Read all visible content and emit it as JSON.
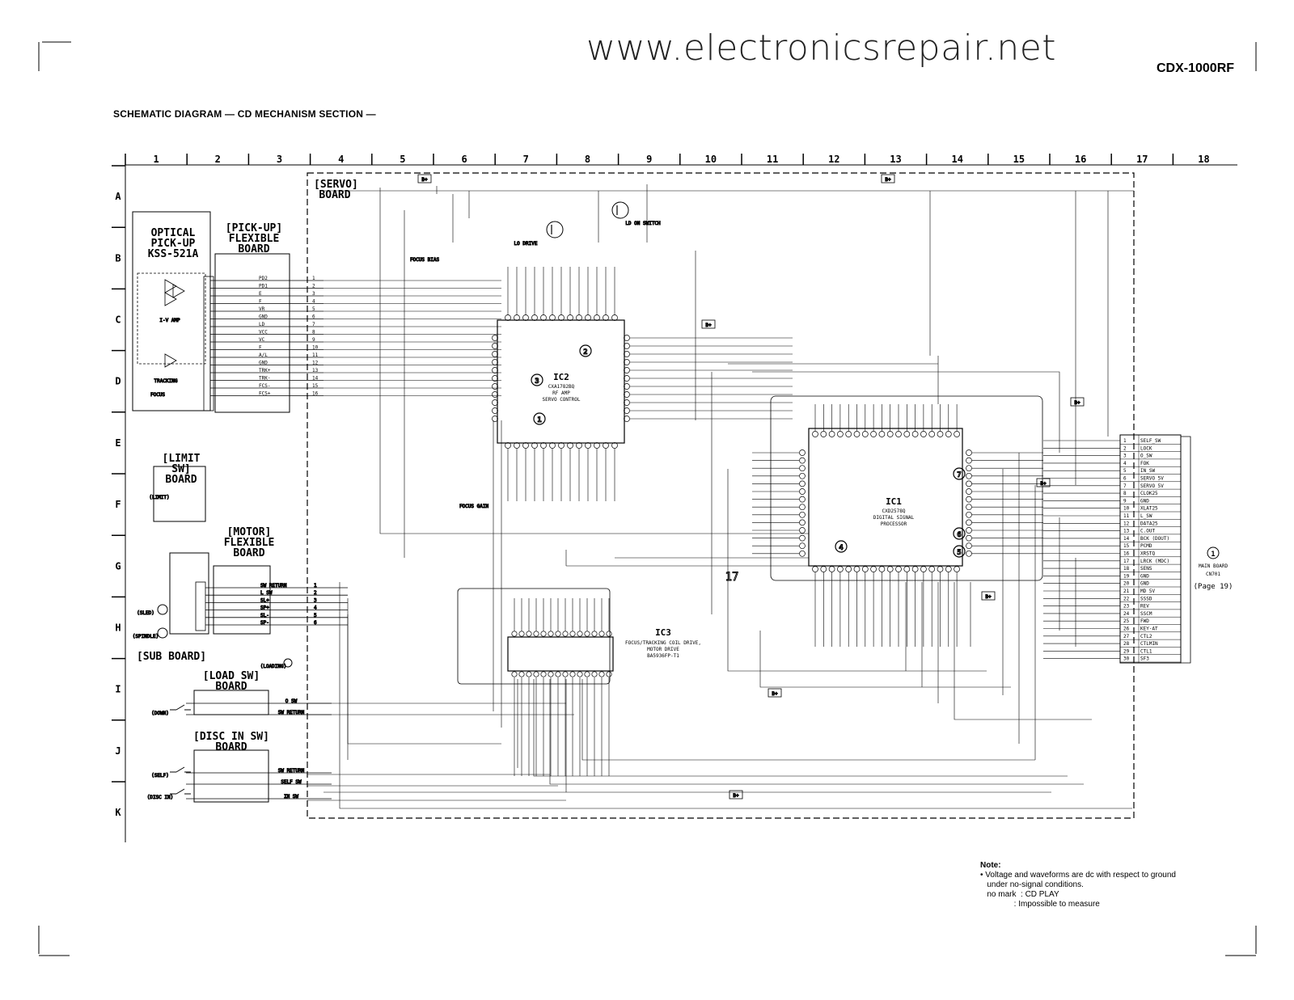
{
  "header": {
    "website": "www.electronicsrepair.net",
    "model": "CDX-1000RF",
    "title": "SCHEMATIC DIAGRAM — CD MECHANISM SECTION —"
  },
  "grid": {
    "columns": [
      "1",
      "2",
      "3",
      "4",
      "5",
      "6",
      "7",
      "8",
      "9",
      "10",
      "11",
      "12",
      "13",
      "14",
      "15",
      "16",
      "17",
      "18"
    ],
    "rows": [
      "A",
      "B",
      "C",
      "D",
      "E",
      "F",
      "G",
      "H",
      "I",
      "J",
      "K"
    ]
  },
  "boards": {
    "servo": "[SERVO] BOARD",
    "pickup_flex": "[PICK-UP] FLEXIBLE BOARD",
    "optical": "OPTICAL PICK-UP KSS-521A",
    "limit_sw": "[LIMIT SW] BOARD",
    "motor_flex": "[MOTOR] FLEXIBLE BOARD",
    "sub": "[SUB BOARD]",
    "load_sw": "[LOAD SW] BOARD",
    "disc_in_sw": "[DISC IN SW] BOARD"
  },
  "ics": {
    "ic1": {
      "name": "IC1",
      "part": "CXD2578Q",
      "desc": "DIGITAL SIGNAL PROCESSOR"
    },
    "ic2": {
      "name": "IC2",
      "part": "CXA1782BQ",
      "desc": "RF AMP SERVO CONTROL"
    },
    "ic3": {
      "name": "IC3",
      "part": "BA5936FP-T1",
      "desc": "FOCUS/TRACKING COIL DRIVE, MOTOR DRIVE"
    }
  },
  "pickup_signals": [
    "PD2",
    "PD1",
    "E",
    "F",
    "VR",
    "GND",
    "LD",
    "VCC",
    "VC",
    "F",
    "A/L",
    "GND",
    "TRK+",
    "TRK-",
    "FCS-",
    "FCS+"
  ],
  "motor_signals": [
    "SW RETURN",
    "L SW",
    "SL+",
    "SP+",
    "SL-",
    "SP-"
  ],
  "cn701_signals": [
    "SELF_SW",
    "LOCK",
    "O_SW",
    "FOK",
    "IN_SW",
    "SERVO 5V",
    "SERVO 5V",
    "CLOK25",
    "GND",
    "XLAT25",
    "L_SW",
    "DATA25",
    "C.OUT",
    "BCK (DOUT)",
    "PCMD",
    "XRSTQ",
    "LRCK (MDC)",
    "SENS",
    "GND",
    "GND",
    "MD 5V",
    "SSSD",
    "REV",
    "SSCM",
    "FWD",
    "KEY-AT",
    "CTL2",
    "CTLMIN",
    "CTL1",
    "SF3"
  ],
  "labels": {
    "cn_main": "MAIN BOARD",
    "cn_ref": "CN701",
    "page_ref": "(Page 19)",
    "iv_amp": "I-V AMP",
    "lo_drive": "LO DRIVE",
    "ld_sw": "LD ON SWITCH",
    "focus_bias": "FOCUS BIAS",
    "focus_gain": "FOCUS GAIN",
    "limit": "(LIMIT)",
    "sled": "(SLED)",
    "spindle": "(SPINDLE)",
    "load_m": "(LOADING)",
    "down": "(DOWN)",
    "self": "(SELF)",
    "disc_in": "(DISC IN)",
    "tracking": "TRACKING",
    "focus": "FOCUS",
    "sw_return": "SW RETURN",
    "self_sw": "SELF SW",
    "in_sw": "IN SW",
    "o_sw": "O SW",
    "b_plus": "B+",
    "seventeen": "17"
  },
  "note": {
    "heading": "Note:",
    "line1": "• Voltage and waveforms are dc with respect to ground",
    "line2": "   under no-signal conditions.",
    "line3": "   no mark  : CD PLAY",
    "line4": "               : Impossible to measure"
  }
}
